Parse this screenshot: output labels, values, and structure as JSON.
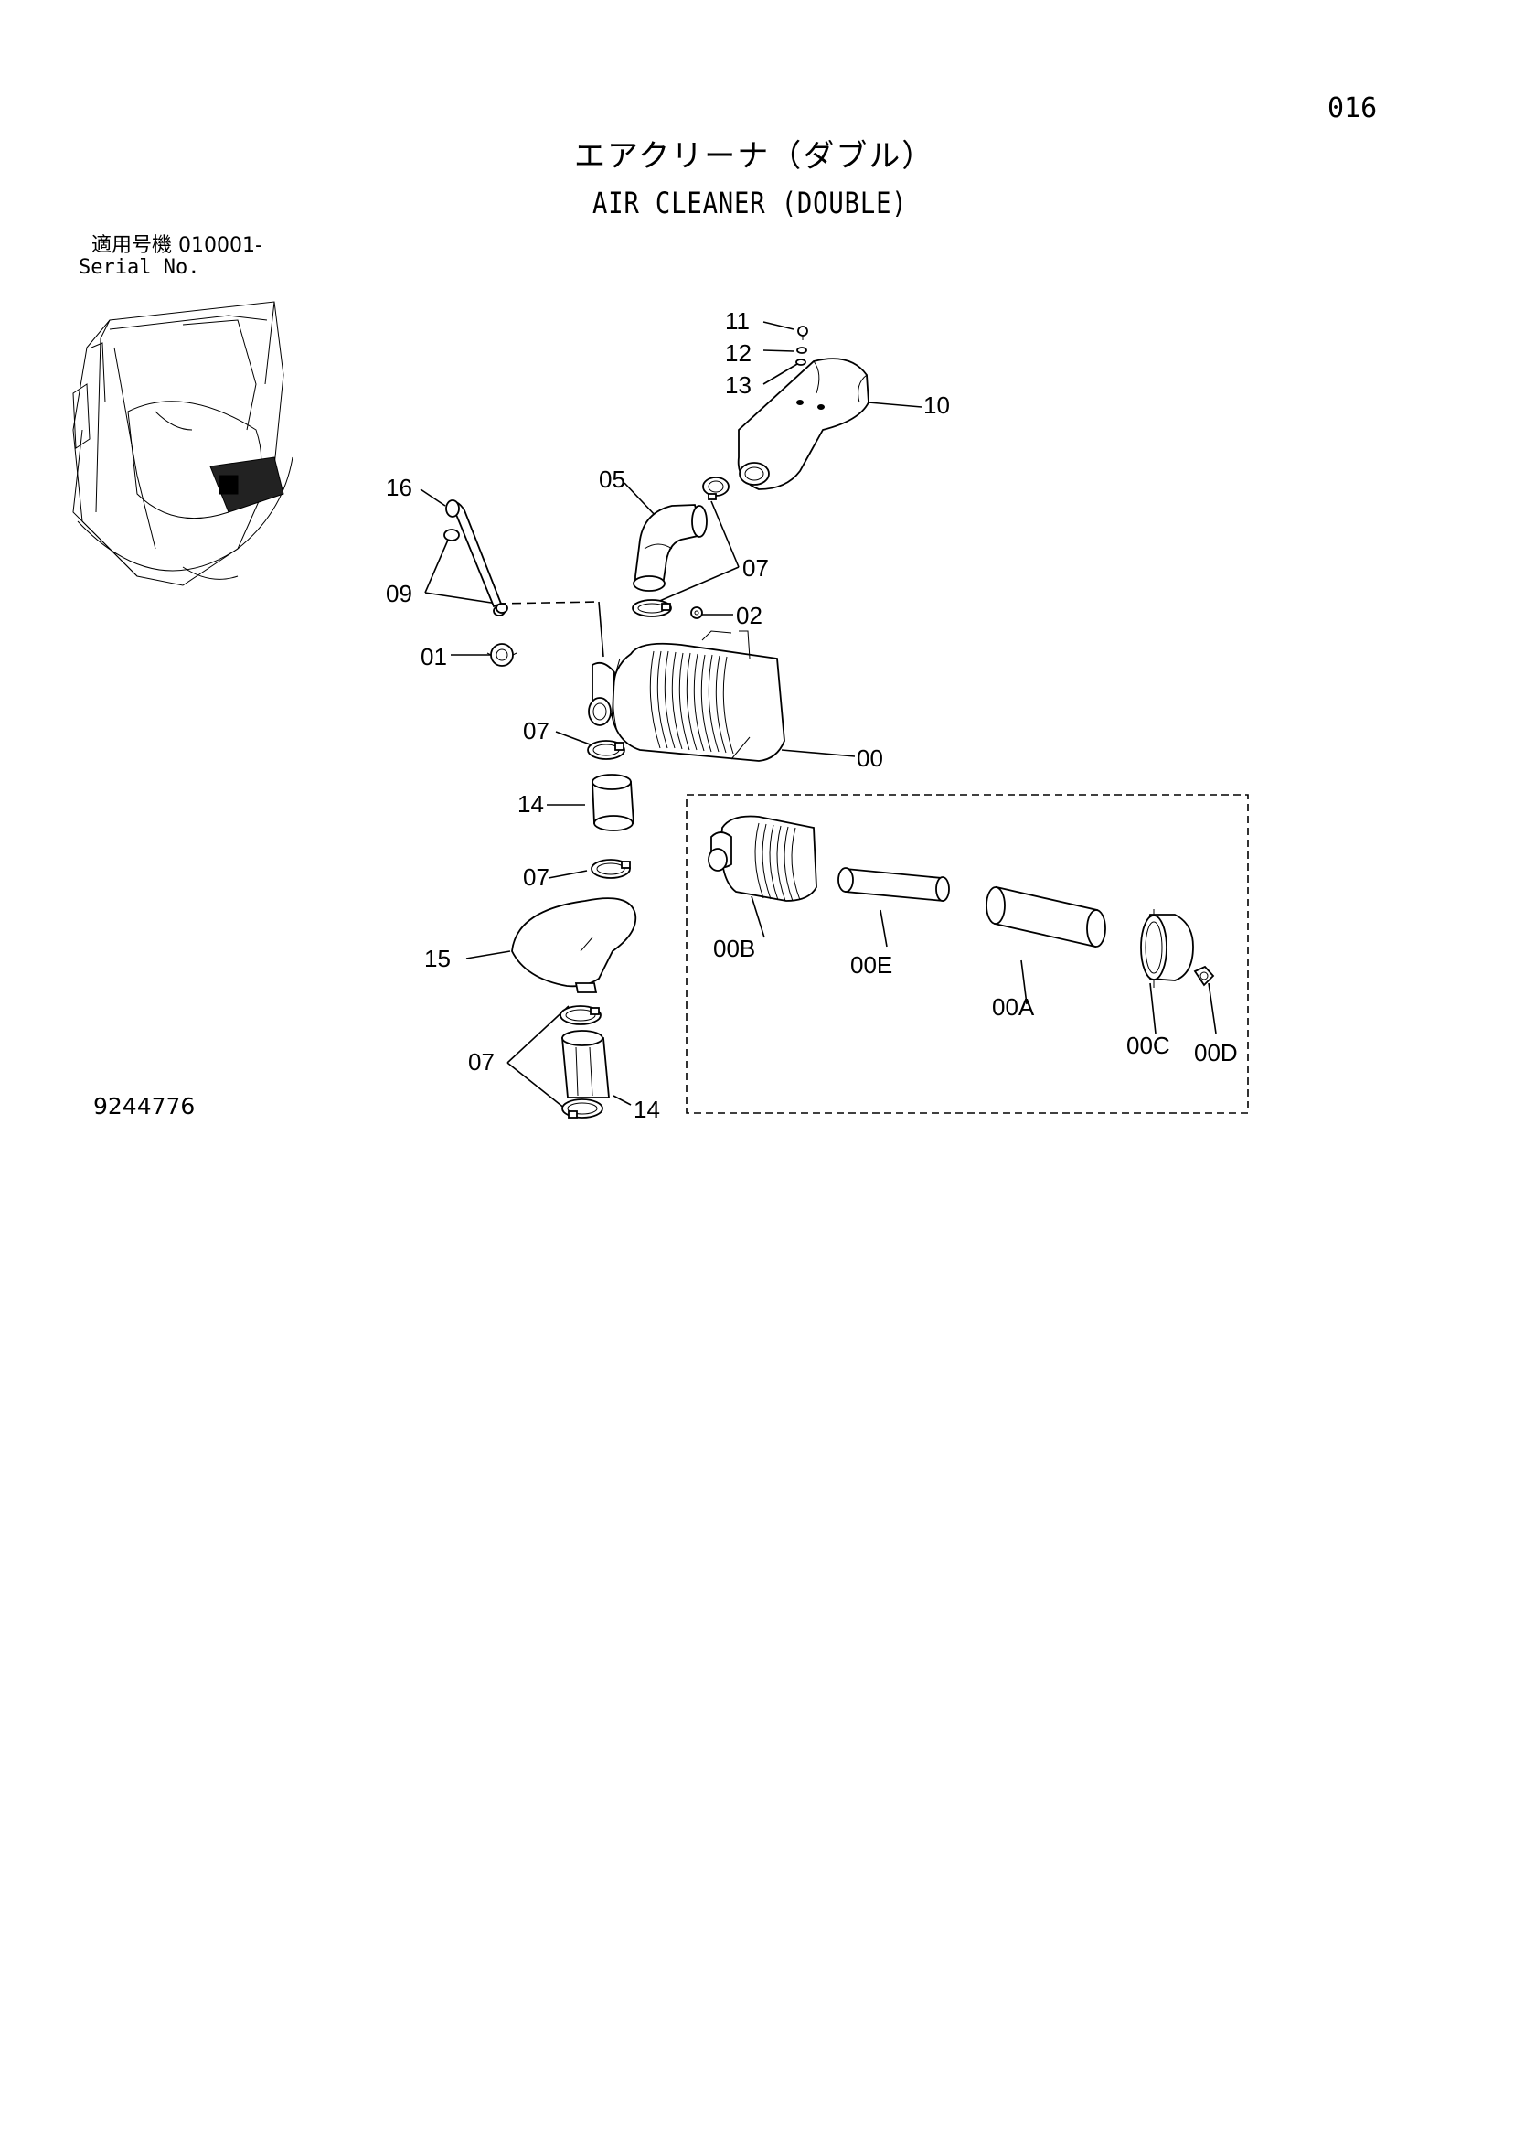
{
  "page": {
    "page_number": "016",
    "title_jp": "エアクリーナ（ダブル）",
    "title_en": "AIR CLEANER (DOUBLE)",
    "serial_jp": "適用号機  010001-",
    "serial_en": "Serial No.",
    "drawing_number": "9244776"
  },
  "callouts": {
    "c11": "11",
    "c12": "12",
    "c13": "13",
    "c10": "10",
    "c16": "16",
    "c05": "05",
    "c07a": "07",
    "c09": "09",
    "c02": "02",
    "c01": "01",
    "c07b": "07",
    "c00": "00",
    "c14a": "14",
    "c07c": "07",
    "c15": "15",
    "c07d": "07",
    "c14b": "14",
    "c00B": "00B",
    "c00E": "00E",
    "c00A": "00A",
    "c00C": "00C",
    "c00D": "00D"
  }
}
